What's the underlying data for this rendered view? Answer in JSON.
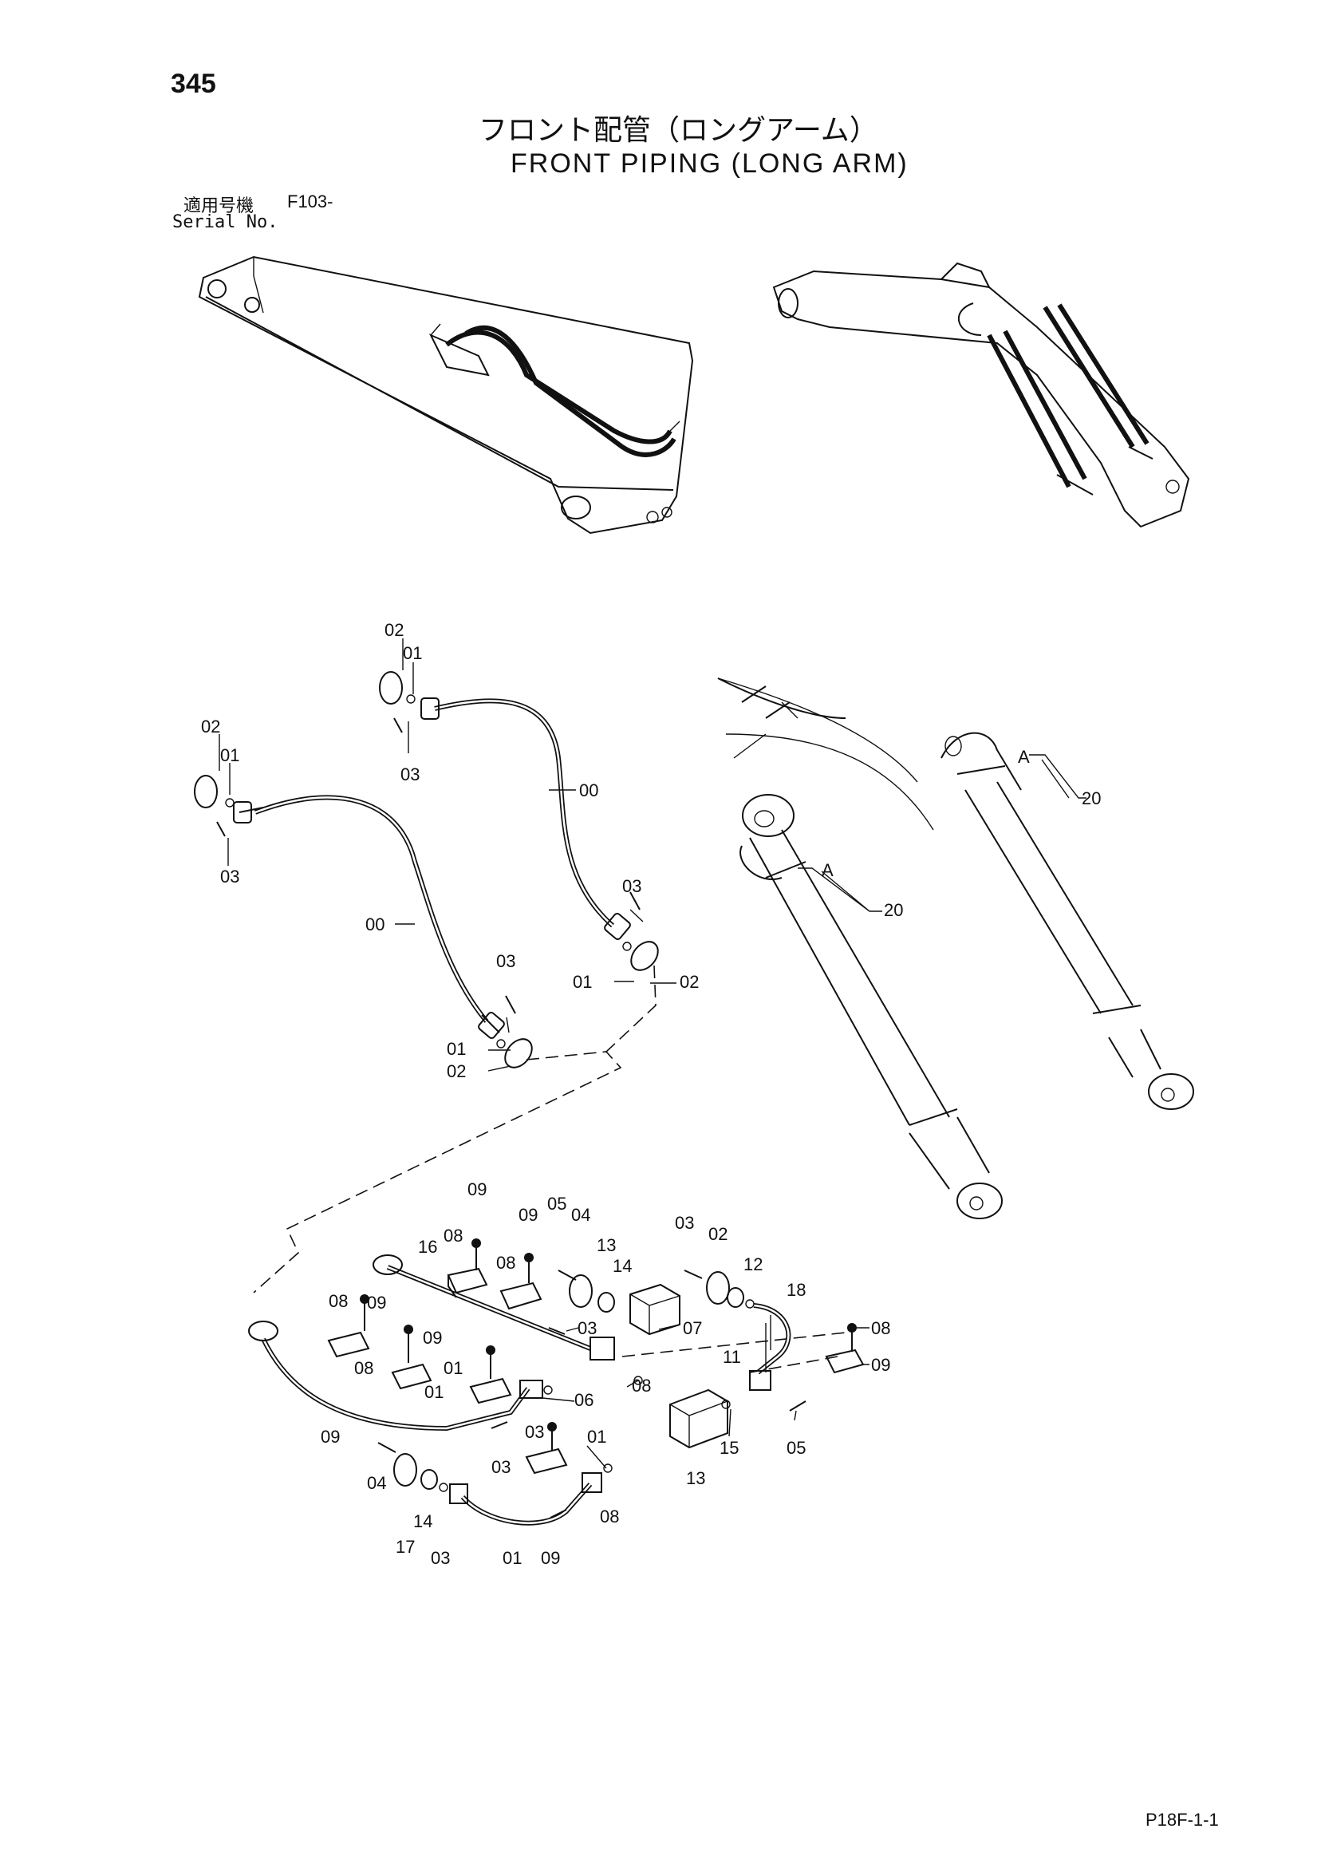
{
  "header": {
    "page_number": "345",
    "title_jp": "フロント配管（ロングアーム）",
    "title_en": "FRONT PIPING (LONG ARM)",
    "serial_label_jp": "適用号機",
    "serial_label_en": "Serial No.",
    "serial_value": "F103-"
  },
  "callouts": [
    {
      "id": "c1",
      "text": "02"
    },
    {
      "id": "c2",
      "text": "01"
    },
    {
      "id": "c3",
      "text": "03"
    },
    {
      "id": "c4",
      "text": "02"
    },
    {
      "id": "c5",
      "text": "01"
    },
    {
      "id": "c6",
      "text": "03"
    },
    {
      "id": "c7",
      "text": "00"
    },
    {
      "id": "c8",
      "text": "00"
    },
    {
      "id": "c9",
      "text": "03"
    },
    {
      "id": "c10",
      "text": "01"
    },
    {
      "id": "c11",
      "text": "02"
    },
    {
      "id": "c12",
      "text": "03"
    },
    {
      "id": "c13",
      "text": "01"
    },
    {
      "id": "c14",
      "text": "02"
    },
    {
      "id": "c15",
      "text": "A"
    },
    {
      "id": "c16",
      "text": "20"
    },
    {
      "id": "c17",
      "text": "A"
    },
    {
      "id": "c18",
      "text": "20"
    },
    {
      "id": "c19",
      "text": "09"
    },
    {
      "id": "c20",
      "text": "16"
    },
    {
      "id": "c21",
      "text": "08"
    },
    {
      "id": "c22",
      "text": "09"
    },
    {
      "id": "c23",
      "text": "05"
    },
    {
      "id": "c24",
      "text": "04"
    },
    {
      "id": "c25",
      "text": "08"
    },
    {
      "id": "c26",
      "text": "13"
    },
    {
      "id": "c27",
      "text": "14"
    },
    {
      "id": "c28",
      "text": "03"
    },
    {
      "id": "c29",
      "text": "02"
    },
    {
      "id": "c30",
      "text": "12"
    },
    {
      "id": "c31",
      "text": "18"
    },
    {
      "id": "c32",
      "text": "08"
    },
    {
      "id": "c33",
      "text": "09"
    },
    {
      "id": "c34",
      "text": "09"
    },
    {
      "id": "c35",
      "text": "03"
    },
    {
      "id": "c36",
      "text": "07"
    },
    {
      "id": "c37",
      "text": "11"
    },
    {
      "id": "c38",
      "text": "08"
    },
    {
      "id": "c39",
      "text": "09"
    },
    {
      "id": "c40",
      "text": "08"
    },
    {
      "id": "c41",
      "text": "01"
    },
    {
      "id": "c42",
      "text": "01"
    },
    {
      "id": "c43",
      "text": "06"
    },
    {
      "id": "c44",
      "text": "08"
    },
    {
      "id": "c45",
      "text": "09"
    },
    {
      "id": "c46",
      "text": "03"
    },
    {
      "id": "c47",
      "text": "01"
    },
    {
      "id": "c48",
      "text": "03"
    },
    {
      "id": "c49",
      "text": "15"
    },
    {
      "id": "c50",
      "text": "05"
    },
    {
      "id": "c51",
      "text": "13"
    },
    {
      "id": "c52",
      "text": "04"
    },
    {
      "id": "c53",
      "text": "14"
    },
    {
      "id": "c54",
      "text": "17"
    },
    {
      "id": "c55",
      "text": "03"
    },
    {
      "id": "c56",
      "text": "01"
    },
    {
      "id": "c57",
      "text": "09"
    },
    {
      "id": "c58",
      "text": "08"
    }
  ],
  "footer": {
    "page_code": "P18F-1-1"
  }
}
